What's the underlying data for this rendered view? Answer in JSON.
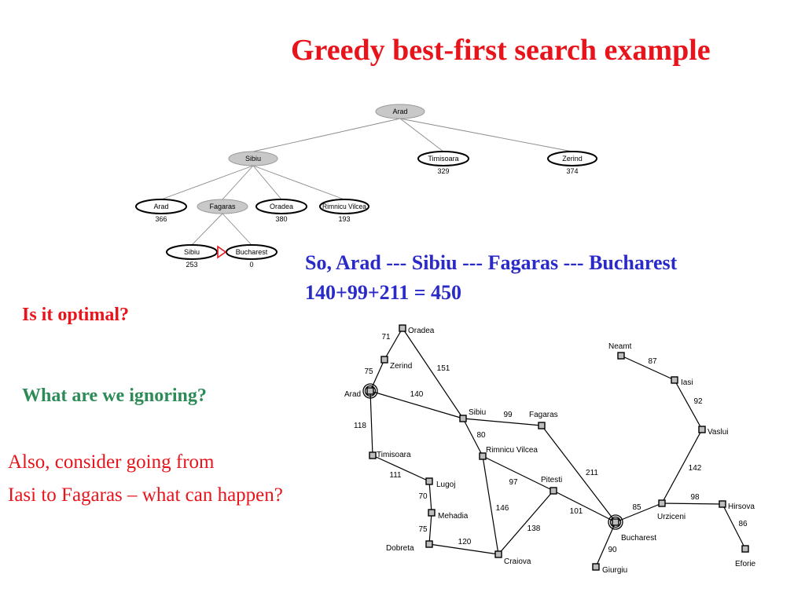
{
  "title": "Greedy best-first search example",
  "result": {
    "path": "So, Arad --- Sibiu --- Fagaras --- Bucharest",
    "cost": "140+99+211 = 450"
  },
  "questions": {
    "optimal": "Is it optimal?",
    "ignoring": "What are we ignoring?",
    "also_line1": "Also, consider going from",
    "also_line2": "Iasi to Fagaras – what can happen?"
  },
  "colors": {
    "title": "#e8141c",
    "path_text": "#2a2ac8",
    "ignoring": "#2e8b57",
    "expanded_node": "#c8c8c8"
  },
  "search_tree": {
    "nodes": [
      {
        "id": "arad_root",
        "label": "Arad",
        "value": "",
        "expanded": true
      },
      {
        "id": "sibiu",
        "label": "Sibiu",
        "value": "",
        "expanded": true
      },
      {
        "id": "timisoara",
        "label": "Timisoara",
        "value": "329",
        "expanded": false
      },
      {
        "id": "zerind",
        "label": "Zerind",
        "value": "374",
        "expanded": false
      },
      {
        "id": "arad_2",
        "label": "Arad",
        "value": "366",
        "expanded": false
      },
      {
        "id": "fagaras",
        "label": "Fagaras",
        "value": "",
        "expanded": true
      },
      {
        "id": "oradea",
        "label": "Oradea",
        "value": "380",
        "expanded": false
      },
      {
        "id": "rimnicu",
        "label": "Rimnicu Vilcea",
        "value": "193",
        "expanded": false
      },
      {
        "id": "sibiu_2",
        "label": "Sibiu",
        "value": "253",
        "expanded": false
      },
      {
        "id": "bucharest",
        "label": "Bucharest",
        "value": "0",
        "expanded": false
      }
    ]
  },
  "romania_map": {
    "cities": [
      {
        "id": "oradea",
        "name": "Oradea"
      },
      {
        "id": "zerind",
        "name": "Zerind"
      },
      {
        "id": "arad",
        "name": "Arad"
      },
      {
        "id": "timisoara",
        "name": "Timisoara"
      },
      {
        "id": "lugoj",
        "name": "Lugoj"
      },
      {
        "id": "mehadia",
        "name": "Mehadia"
      },
      {
        "id": "dobreta",
        "name": "Dobreta"
      },
      {
        "id": "craiova",
        "name": "Craiova"
      },
      {
        "id": "sibiu",
        "name": "Sibiu"
      },
      {
        "id": "fagaras",
        "name": "Fagaras"
      },
      {
        "id": "rimnicu",
        "name": "Rimnicu Vilcea"
      },
      {
        "id": "pitesti",
        "name": "Pitesti"
      },
      {
        "id": "bucharest",
        "name": "Bucharest"
      },
      {
        "id": "giurgiu",
        "name": "Giurgiu"
      },
      {
        "id": "urziceni",
        "name": "Urziceni"
      },
      {
        "id": "hirsova",
        "name": "Hirsova"
      },
      {
        "id": "eforie",
        "name": "Eforie"
      },
      {
        "id": "vaslui",
        "name": "Vaslui"
      },
      {
        "id": "iasi",
        "name": "Iasi"
      },
      {
        "id": "neamt",
        "name": "Neamt"
      }
    ],
    "roads": [
      {
        "from": "oradea",
        "to": "zerind",
        "distance": "71"
      },
      {
        "from": "zerind",
        "to": "arad",
        "distance": "75"
      },
      {
        "from": "oradea",
        "to": "sibiu",
        "distance": "151"
      },
      {
        "from": "arad",
        "to": "sibiu",
        "distance": "140"
      },
      {
        "from": "arad",
        "to": "timisoara",
        "distance": "118"
      },
      {
        "from": "timisoara",
        "to": "lugoj",
        "distance": "111"
      },
      {
        "from": "lugoj",
        "to": "mehadia",
        "distance": "70"
      },
      {
        "from": "mehadia",
        "to": "dobreta",
        "distance": "75"
      },
      {
        "from": "dobreta",
        "to": "craiova",
        "distance": "120"
      },
      {
        "from": "sibiu",
        "to": "fagaras",
        "distance": "99"
      },
      {
        "from": "sibiu",
        "to": "rimnicu",
        "distance": "80"
      },
      {
        "from": "rimnicu",
        "to": "pitesti",
        "distance": "97"
      },
      {
        "from": "rimnicu",
        "to": "craiova",
        "distance": "146"
      },
      {
        "from": "craiova",
        "to": "pitesti",
        "distance": "138"
      },
      {
        "from": "fagaras",
        "to": "bucharest",
        "distance": "211"
      },
      {
        "from": "pitesti",
        "to": "bucharest",
        "distance": "101"
      },
      {
        "from": "bucharest",
        "to": "giurgiu",
        "distance": "90"
      },
      {
        "from": "bucharest",
        "to": "urziceni",
        "distance": "85"
      },
      {
        "from": "urziceni",
        "to": "hirsova",
        "distance": "98"
      },
      {
        "from": "hirsova",
        "to": "eforie",
        "distance": "86"
      },
      {
        "from": "urziceni",
        "to": "vaslui",
        "distance": "142"
      },
      {
        "from": "vaslui",
        "to": "iasi",
        "distance": "92"
      },
      {
        "from": "iasi",
        "to": "neamt",
        "distance": "87"
      }
    ]
  }
}
